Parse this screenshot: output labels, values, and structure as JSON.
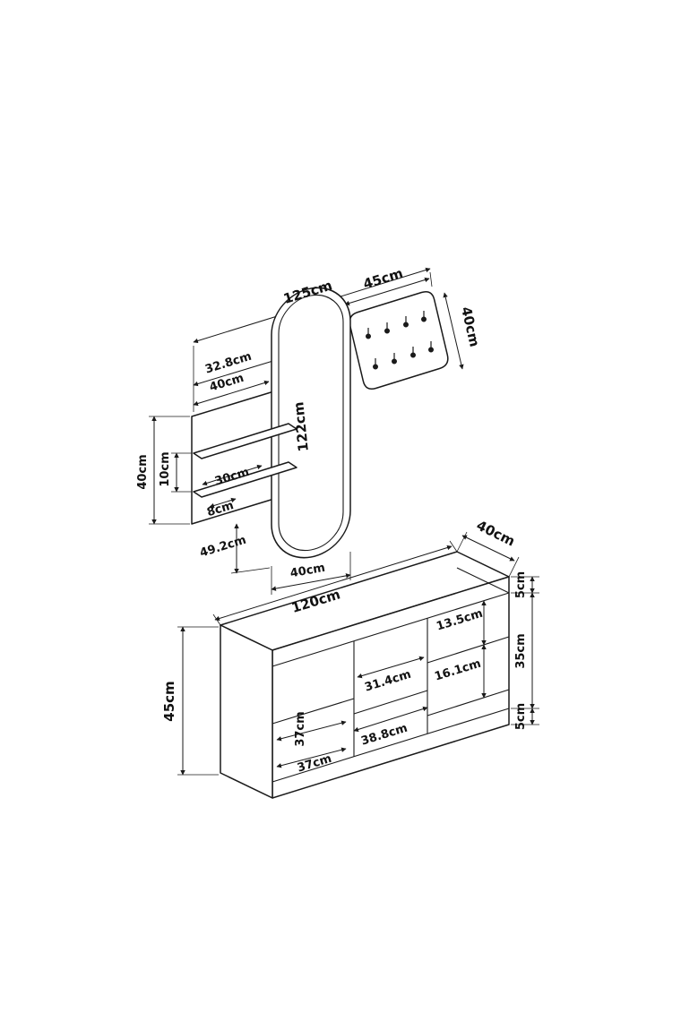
{
  "colors": {
    "line": "#1a1a1a",
    "background": "#ffffff"
  },
  "drawing": {
    "labels": {
      "overall_width": "125cm",
      "hook_panel_width": "45cm",
      "hook_panel_height": "40cm",
      "mirror_height": "122cm",
      "shelf_offset_width": "32.8cm",
      "shelf_panel_width": "40cm",
      "shelf_gap": "10cm",
      "shelf_unit_height": "40cm",
      "shelf_length": "30cm",
      "shelf_thickness": "8cm",
      "mirror_bottom_gap": "49.2cm",
      "mirror_width": "40cm",
      "bench_width": "120cm",
      "bench_depth": "40cm",
      "bench_top_thickness": "5cm",
      "bench_opening_height": "35cm",
      "bench_base_thickness": "5cm",
      "right_compartment_upper": "13.5cm",
      "right_compartment_lower": "16.1cm",
      "middle_opening_width": "31.4cm",
      "middle_section_width": "38.8cm",
      "left_shelf_depth": "37cm",
      "left_shelf_width": "37cm",
      "bench_height": "45cm"
    }
  }
}
